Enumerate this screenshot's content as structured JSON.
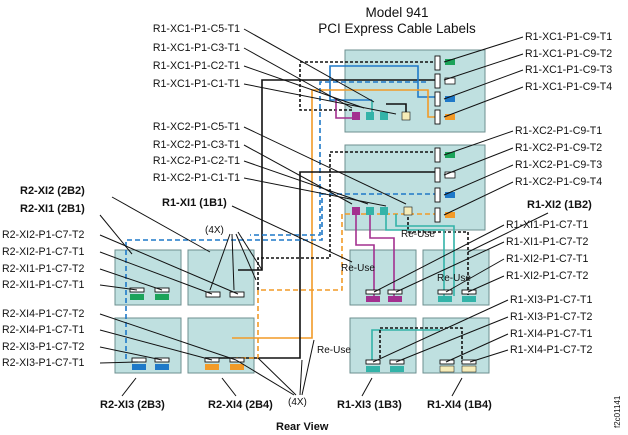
{
  "title": {
    "line1": "Model 941",
    "line2": "PCI Express Cable Labels"
  },
  "labels": {
    "xc1_left": [
      "R1-XC1-P1-C5-T1",
      "R1-XC1-P1-C3-T1",
      "R1-XC1-P1-C2-T1",
      "R1-XC1-P1-C1-T1"
    ],
    "xc2_left": [
      "R1-XC2-P1-C5-T1",
      "R1-XC2-P1-C3-T1",
      "R1-XC2-P1-C2-T1",
      "R1-XC2-P1-C1-T1"
    ],
    "xc1_right": [
      "R1-XC1-P1-C9-T1",
      "R1-XC1-P1-C9-T2",
      "R1-XC1-P1-C9-T3",
      "R1-XC1-P1-C9-T4"
    ],
    "xc2_right": [
      "R1-XC2-P1-C9-T1",
      "R1-XC2-P1-C9-T2",
      "R1-XC2-P1-C9-T3",
      "R1-XC2-P1-C9-T4"
    ],
    "r2_upper_left": [
      "R2-XI2-P1-C7-T2",
      "R2-XI2-P1-C7-T1",
      "R2-XI1-P1-C7-T2",
      "R2-XI1-P1-C7-T1"
    ],
    "r2_lower_left": [
      "R2-XI4-P1-C7-T2",
      "R2-XI4-P1-C7-T1",
      "R2-XI3-P1-C7-T2",
      "R2-XI3-P1-C7-T1"
    ],
    "r1_upper_right": [
      "R1-XI1-P1-C7-T1",
      "R1-XI1-P1-C7-T2",
      "R1-XI2-P1-C7-T1",
      "R1-XI2-P1-C7-T2"
    ],
    "r1_lower_right": [
      "R1-XI3-P1-C7-T1",
      "R1-XI3-P1-C7-T2",
      "R1-XI4-P1-C7-T1",
      "R1-XI4-P1-C7-T2"
    ]
  },
  "drawer_labels": {
    "r2_xi2": "R2-XI2 (2B2)",
    "r2_xi1": "R2-XI1 (2B1)",
    "r1_xi1": "R1-XI1 (1B1)",
    "r1_xi2": "R1-XI2 (1B2)",
    "r2_xi3": "R2-XI3 (2B3)",
    "r2_xi4": "R2-XI4 (2B4)",
    "r1_xi3": "R1-XI3 (1B3)",
    "r1_xi4": "R1-XI4 (1B4)"
  },
  "annotations": {
    "count_top": "(4X)",
    "count_bottom": "(4X)",
    "reuse_1": "Re-Use",
    "reuse_2": "Re-Use",
    "reuse_3": "Re-Use",
    "reuse_4": "Re-Use",
    "view": "Rear View",
    "figure_id": "f2c01141"
  },
  "colors": {
    "drawer_fill": "#bfe0e0",
    "green": "#1ca35a",
    "blue": "#1f79c8",
    "orange": "#f29a27",
    "magenta": "#a3308f",
    "teal": "#33b3a8",
    "cream": "#f6ecb8",
    "light_blue": "#9ccbea",
    "black": "#111111"
  }
}
